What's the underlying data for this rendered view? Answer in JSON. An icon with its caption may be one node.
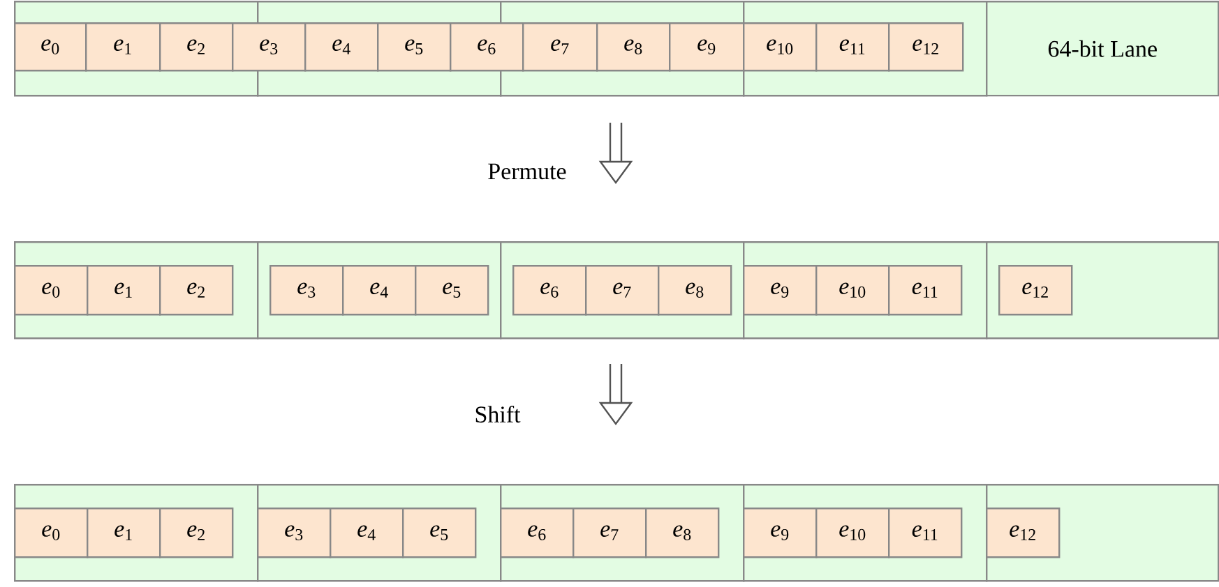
{
  "diagram": {
    "nodes": [
      {
        "text": [],
        "shape": "box"
      },
      {
        "text": [],
        "shape": "box"
      },
      {
        "text": [],
        "shape": "box"
      },
      {
        "text": [],
        "shape": "box"
      },
      {
        "text": [
          "64-bit Lane"
        ]
      },
      {
        "text": [
          "*e*$_{0}$"
        ],
        "in": 0
      },
      {
        "text": [
          "*e*$_{1}$"
        ],
        "in": 0
      },
      {
        "text": [
          "*e*$_{2}$"
        ],
        "in": 0
      },
      {
        "text": [
          "*e*$_{3}$"
        ]
      },
      {
        "text": [
          "*e*$_{4}$"
        ],
        "in": 1
      },
      {
        "text": [
          "*e*$_{5}$"
        ],
        "in": 1
      },
      {
        "text": [
          "*e*$_{6}$"
        ]
      },
      {
        "text": [
          "*e*$_{7}$"
        ],
        "in": 2
      },
      {
        "text": [
          "*e*$_{8}$"
        ],
        "in": 2
      },
      {
        "text": [
          "*e*$_{9}$"
        ],
        "in": 2
      },
      {
        "text": [
          "*e*$_{10}$"
        ],
        "in": 3
      },
      {
        "text": [
          "*e*$_{11}$"
        ],
        "in": 3
      },
      {
        "text": [
          "*e*$_{12}$"
        ],
        "in": 3
      },
      {
        "text": [],
        "shape": "box"
      },
      {
        "text": [
          "*e*$_{0}$"
        ],
        "in": 18
      },
      {
        "text": [
          "*e*$_{1}$"
        ],
        "in": 18
      },
      {
        "text": [
          "*e*$_{2}$"
        ],
        "in": 18
      },
      {
        "text": [],
        "shape": "box"
      },
      {
        "text": [
          "*e*$_{3}$"
        ],
        "in": 22
      },
      {
        "text": [
          "*e*$_{4}$"
        ],
        "in": 22
      },
      {
        "text": [
          "*e*$_{5}$"
        ],
        "in": 22
      },
      {
        "text": [],
        "shape": "box"
      },
      {
        "text": [
          "*e*$_{6}$"
        ],
        "in": 26
      },
      {
        "text": [
          "*e*$_{7}$"
        ],
        "in": 26
      },
      {
        "text": [
          "*e*$_{8}$"
        ],
        "in": 26
      },
      {
        "text": [],
        "shape": "box"
      },
      {
        "text": [
          "*e*$_{9}$"
        ],
        "in": 30
      },
      {
        "text": [
          "*e*$_{10}$"
        ],
        "in": 30
      },
      {
        "text": [
          "*e*$_{11}$"
        ],
        "in": 30
      },
      {
        "text": [],
        "shape": "box"
      },
      {
        "text": [
          "*e*$_{12}$"
        ],
        "in": 34
      },
      {
        "text": [],
        "shape": "box"
      },
      {
        "text": [
          "*e*$_{0}$"
        ],
        "in": 36
      },
      {
        "text": [
          "*e*$_{1}$"
        ],
        "in": 36
      },
      {
        "text": [
          "*e*$_{2}$"
        ],
        "in": 36
      },
      {
        "text": [],
        "shape": "box"
      },
      {
        "text": [
          "*e*$_{3}$"
        ],
        "in": 40
      },
      {
        "text": [
          "*e*$_{4}$"
        ],
        "in": 40
      },
      {
        "text": [
          "*e*$_{5}$"
        ],
        "in": 40
      },
      {
        "text": [],
        "shape": "box"
      },
      {
        "text": [
          "*e*$_{6}$"
        ],
        "in": 44
      },
      {
        "text": [
          "*e*$_{7}$"
        ],
        "in": 44
      },
      {
        "text": [
          "*e*$_{8}$"
        ],
        "in": 44
      },
      {
        "text": [],
        "shape": "box"
      },
      {
        "text": [
          "*e*$_{9}$"
        ],
        "in": 48
      },
      {
        "text": [
          "*e*$_{10}$"
        ],
        "in": 48
      },
      {
        "text": [
          "*e*$_{11}$"
        ],
        "in": 48
      },
      {
        "text": [],
        "shape": "box"
      },
      {
        "text": [
          "*e*$_{12}$"
        ],
        "in": 52
      }
    ],
    "labels": [
      "Permute",
      "Shift"
    ]
  }
}
